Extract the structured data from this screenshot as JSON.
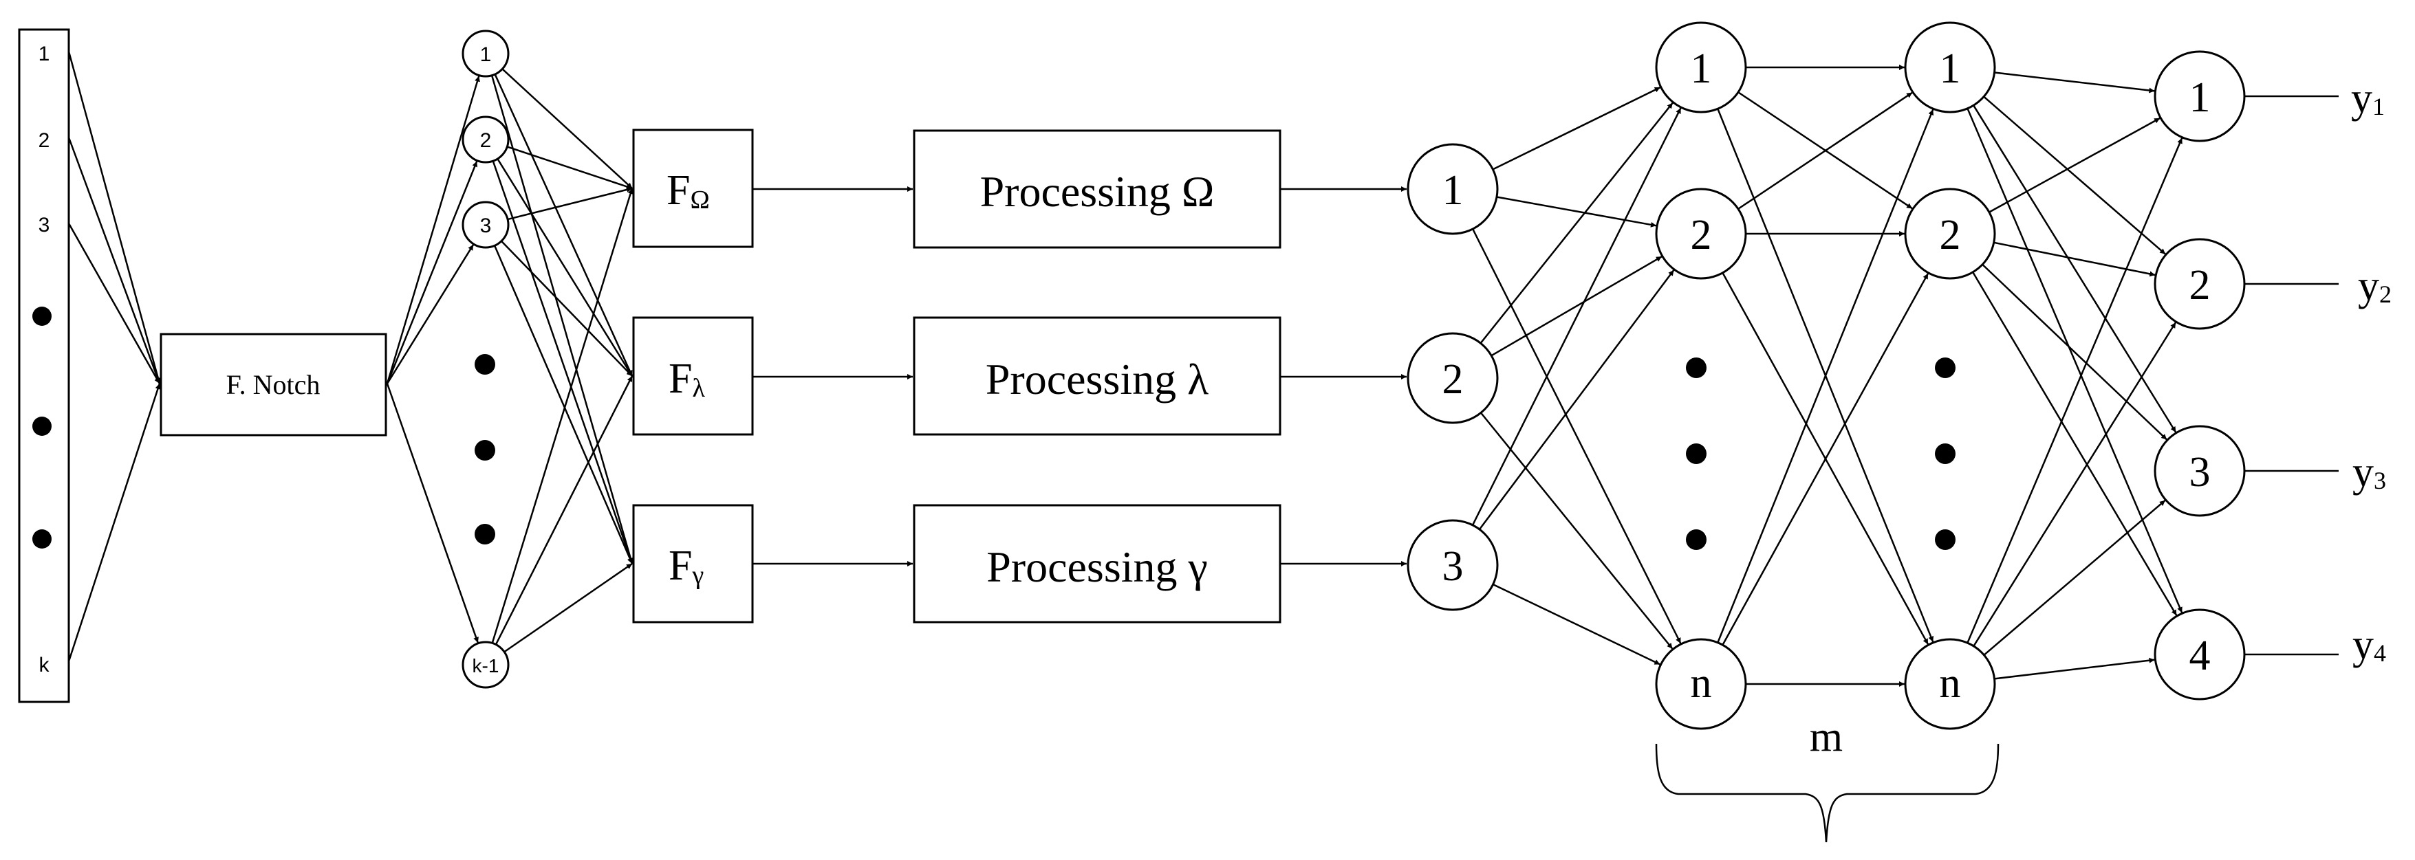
{
  "input_column": {
    "labels": [
      "1",
      "2",
      "3",
      "k"
    ]
  },
  "notch_filter": {
    "label": "F. Notch"
  },
  "channels": {
    "labels": [
      "1",
      "2",
      "3",
      "k-1"
    ]
  },
  "band_filters": [
    {
      "base": "F",
      "sub": "Ω"
    },
    {
      "base": "F",
      "sub": "λ"
    },
    {
      "base": "F",
      "sub": "γ"
    }
  ],
  "processing_blocks": [
    {
      "label": "Processing Ω"
    },
    {
      "label": "Processing λ"
    },
    {
      "label": "Processing γ"
    }
  ],
  "input_layer": {
    "labels": [
      "1",
      "2",
      "3"
    ]
  },
  "hidden_layer_1": {
    "labels": [
      "1",
      "2",
      "n"
    ]
  },
  "hidden_layer_2": {
    "labels": [
      "1",
      "2",
      "n"
    ]
  },
  "hidden_layers_count_label": "m",
  "output_layer": {
    "labels": [
      "1",
      "2",
      "3",
      "4"
    ]
  },
  "outputs": [
    {
      "base": "y",
      "sub": "1"
    },
    {
      "base": "y",
      "sub": "2"
    },
    {
      "base": "y",
      "sub": "3"
    },
    {
      "base": "y",
      "sub": "4"
    }
  ]
}
